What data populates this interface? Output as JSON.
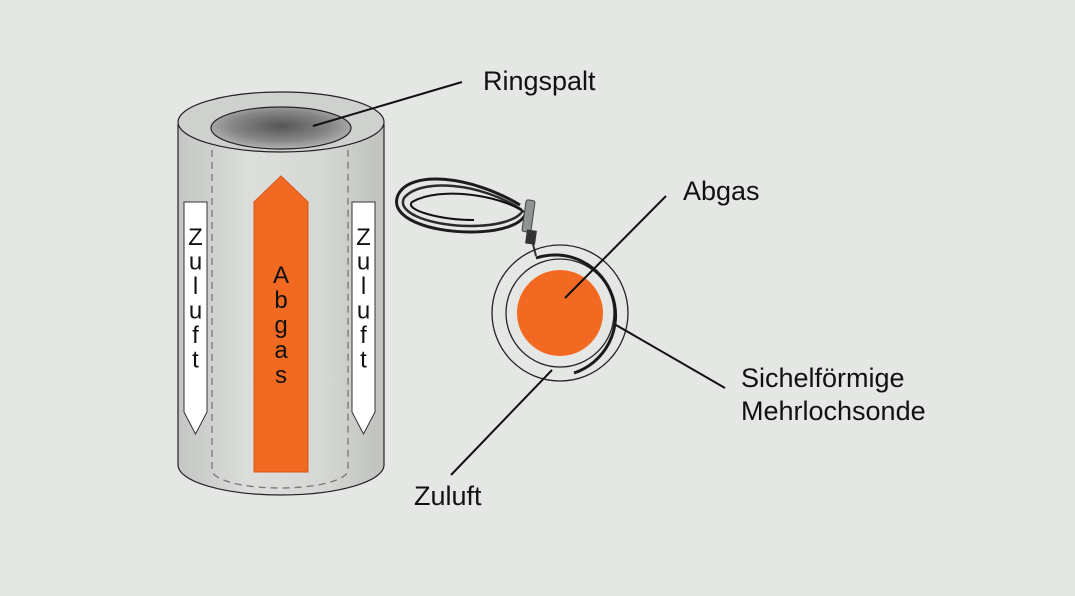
{
  "labels": {
    "ringspalt": "Ringspalt",
    "abgas": "Abgas",
    "sichel_line1": "Sichelförmige",
    "sichel_line2": "Mehrlochsonde",
    "zuluft": "Zuluft"
  },
  "arrows": {
    "left_zuluft": [
      "Z",
      "u",
      "l",
      "u",
      "f",
      "t"
    ],
    "center_abgas": [
      "A",
      "b",
      "g",
      "a",
      "s"
    ],
    "right_zuluft": [
      "Z",
      "u",
      "l",
      "u",
      "f",
      "t"
    ]
  },
  "colors": {
    "background": "#e4e7e4",
    "cylinder": "#d7d8d6",
    "abgas_orange": "#f26a21",
    "outline": "#1a1a1a"
  }
}
